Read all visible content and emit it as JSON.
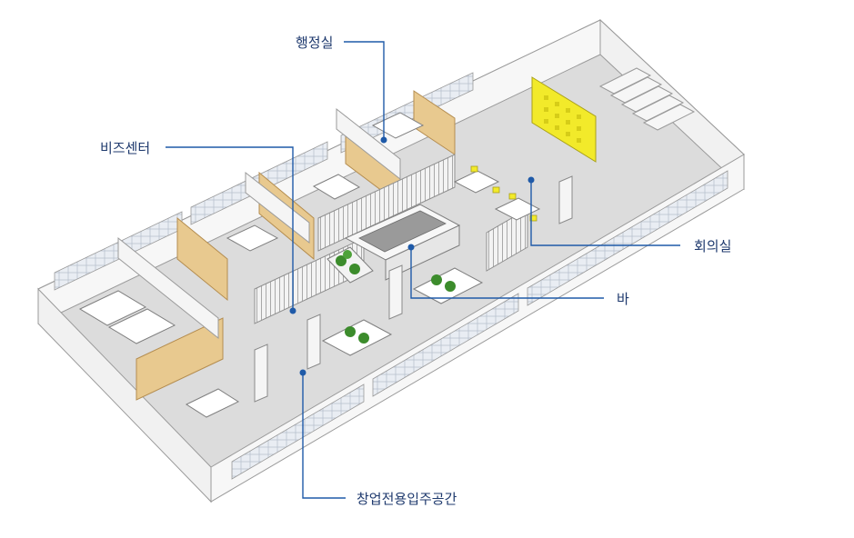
{
  "diagram": {
    "labels": {
      "admin": "행정실",
      "biz_center": "비즈센터",
      "meeting_room": "회의실",
      "bar": "바",
      "startup_space": "창업전용입주공간"
    },
    "colors": {
      "leader_line": "#1f5aa8",
      "label_text": "#1f3a6e",
      "wall": "#f7f7f7",
      "wall_stroke": "#9a9a9a",
      "floor": "#dcdcdc",
      "wood": "#e8c98f",
      "accent_yellow": "#f2ea2a",
      "plant_green": "#3c8c2c",
      "window_blue": "#cfd7e4"
    }
  }
}
